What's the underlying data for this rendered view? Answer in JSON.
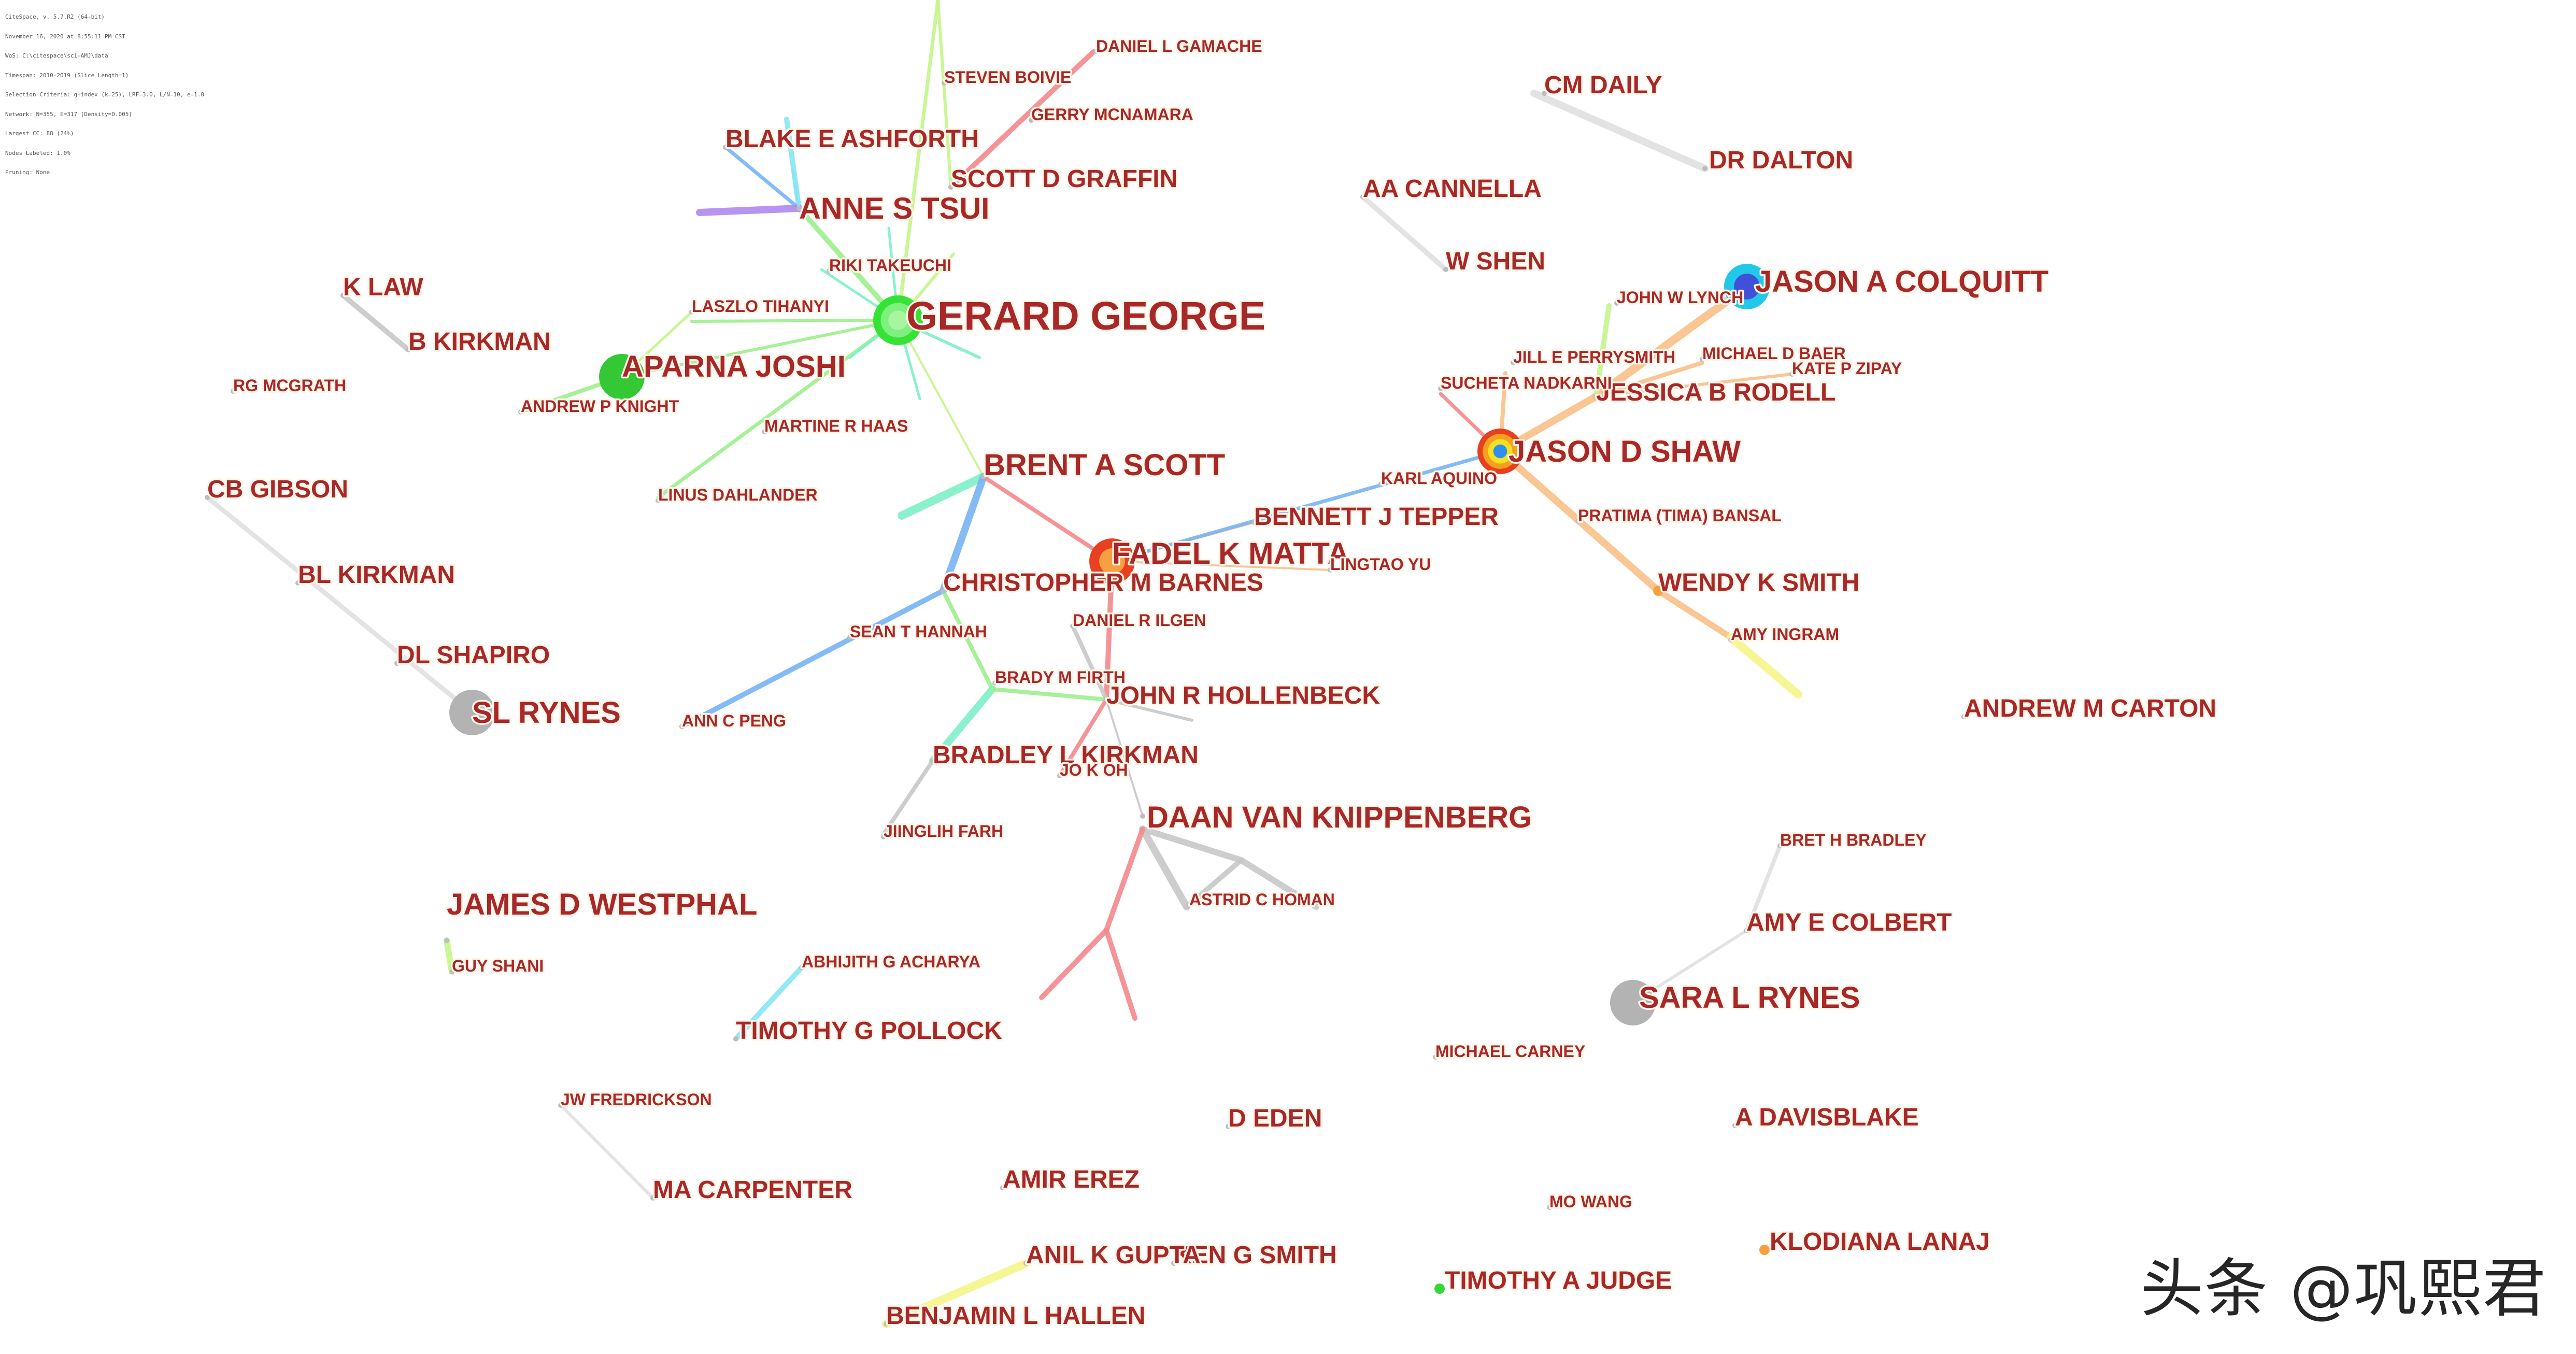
{
  "software_info": [
    "CiteSpace, v. 5.7.R2 (64-bit)",
    "November 16, 2020 at 8:55:11 PM CST",
    "WoS: C:\\citespace\\sci-AMJ\\data",
    "Timespan: 2010-2019 (Slice Length=1)",
    "Selection Criteria: g-index (k=25), LRF=3.0, L/N=10, e=1.0",
    "Network: N=355, E=317 (Density=0.005)",
    "Largest CC: 88 (24%)",
    "Nodes Labeled: 1.0%",
    "Pruning: None"
  ],
  "watermark": "头条 @巩熙君",
  "nodes": [
    {
      "id": "gerard-george",
      "label": "GERARD GEORGE",
      "size": "xl",
      "rings": [
        "#34e334",
        "#7df07d",
        "#a8f5a0"
      ]
    },
    {
      "id": "jason-d-shaw",
      "label": "JASON D SHAW",
      "size": "l",
      "rings": [
        "#e8401e",
        "#f6a020",
        "#f7e020",
        "#2f8ff0"
      ]
    },
    {
      "id": "jason-a-colquitt",
      "label": "JASON A COLQUITT",
      "size": "l",
      "rings": [
        "#22c8e8",
        "#4050d8"
      ]
    },
    {
      "id": "daan-van-knippenberg",
      "label": "DAAN VAN KNIPPENBERG",
      "size": "l",
      "rings": []
    },
    {
      "id": "sara-l-rynes",
      "label": "SARA L RYNES",
      "size": "l",
      "rings": [
        "#b3b3b3"
      ]
    },
    {
      "id": "brent-a-scott",
      "label": "BRENT A SCOTT",
      "size": "l",
      "rings": []
    },
    {
      "id": "fadel-k-matta",
      "label": "FADEL K MATTA",
      "size": "l",
      "rings": [
        "#e84020",
        "#f8a040"
      ]
    },
    {
      "id": "anne-s-tsui",
      "label": "ANNE S TSUI",
      "size": "l",
      "rings": []
    },
    {
      "id": "aparna-joshi",
      "label": "APARNA JOSHI",
      "size": "l",
      "rings": [
        "#34c834"
      ]
    },
    {
      "id": "john-r-hollenbeck",
      "label": "JOHN R HOLLENBECK",
      "size": "m",
      "rings": []
    },
    {
      "id": "james-d-westphal",
      "label": "JAMES D WESTPHAL",
      "size": "l",
      "rings": []
    },
    {
      "id": "sl-rynes",
      "label": "SL RYNES",
      "size": "l",
      "rings": [
        "#b3b3b3"
      ]
    },
    {
      "id": "jessica-b-rodell",
      "label": "JESSICA B RODELL",
      "size": "m",
      "rings": []
    },
    {
      "id": "bennett-j-tepper",
      "label": "BENNETT J TEPPER",
      "size": "m",
      "rings": []
    },
    {
      "id": "christopher-m-barnes",
      "label": "CHRISTOPHER M BARNES",
      "size": "m",
      "rings": []
    },
    {
      "id": "scott-d-graffin",
      "label": "SCOTT D GRAFFIN",
      "size": "m",
      "rings": []
    },
    {
      "id": "timothy-g-pollock",
      "label": "TIMOTHY G POLLOCK",
      "size": "m",
      "rings": []
    },
    {
      "id": "bradley-l-kirkman",
      "label": "BRADLEY L KIRKMAN",
      "size": "m",
      "rings": []
    },
    {
      "id": "aa-cannella",
      "label": "AA CANNELLA",
      "size": "m",
      "rings": []
    },
    {
      "id": "amy-e-colbert",
      "label": "AMY E COLBERT",
      "size": "m",
      "rings": []
    },
    {
      "id": "dl-shapiro",
      "label": "DL SHAPIRO",
      "size": "m",
      "rings": []
    },
    {
      "id": "andrew-m-carton",
      "label": "ANDREW M CARTON",
      "size": "m",
      "rings": []
    },
    {
      "id": "blake-e-ashforth",
      "label": "BLAKE E ASHFORTH",
      "size": "m",
      "rings": []
    },
    {
      "id": "ken-g-smith",
      "label": "KEN G SMITH",
      "size": "m",
      "rings": []
    },
    {
      "id": "benjamin-l-hallen",
      "label": "BENJAMIN L HALLEN",
      "size": "m",
      "rings": []
    },
    {
      "id": "anil-k-gupta",
      "label": "ANIL K GUPTA",
      "size": "m",
      "rings": []
    },
    {
      "id": "ma-carpenter",
      "label": "MA CARPENTER",
      "size": "m",
      "rings": []
    },
    {
      "id": "a-davisblake",
      "label": "A DAVISBLAKE",
      "size": "m",
      "rings": []
    },
    {
      "id": "d-eden",
      "label": "D EDEN",
      "size": "m",
      "rings": []
    },
    {
      "id": "amir-erez",
      "label": "AMIR EREZ",
      "size": "m",
      "rings": []
    },
    {
      "id": "timothy-a-judge",
      "label": "TIMOTHY A JUDGE",
      "size": "m",
      "rings": [
        "#34d834"
      ]
    },
    {
      "id": "klodiana-lanaj",
      "label": "KLODIANA LANAJ",
      "size": "m",
      "rings": [
        "#f8a040"
      ]
    },
    {
      "id": "w-shen",
      "label": "W SHEN",
      "size": "m",
      "rings": []
    },
    {
      "id": "cm-daily",
      "label": "CM DAILY",
      "size": "m",
      "rings": []
    },
    {
      "id": "dr-dalton",
      "label": "DR DALTON",
      "size": "m",
      "rings": []
    },
    {
      "id": "wendy-k-smith",
      "label": "WENDY K SMITH",
      "size": "m",
      "rings": [
        "#f8a040"
      ]
    },
    {
      "id": "k-law",
      "label": "K LAW",
      "size": "m",
      "rings": []
    },
    {
      "id": "b-kirkman",
      "label": "B KIRKMAN",
      "size": "m",
      "rings": []
    },
    {
      "id": "cb-gibson",
      "label": "CB GIBSON",
      "size": "m",
      "rings": []
    },
    {
      "id": "bl-kirkman",
      "label": "BL KIRKMAN",
      "size": "m",
      "rings": []
    },
    {
      "id": "daniel-l-gamache",
      "label": "DANIEL L GAMACHE",
      "size": "s",
      "rings": []
    },
    {
      "id": "steven-boivie",
      "label": "STEVEN BOIVIE",
      "size": "s",
      "rings": []
    },
    {
      "id": "gerry-mcnamara",
      "label": "GERRY MCNAMARA",
      "size": "s",
      "rings": []
    },
    {
      "id": "riki-takeuchi",
      "label": "RIKI TAKEUCHI",
      "size": "s",
      "rings": []
    },
    {
      "id": "laszlo-tihanyi",
      "label": "LASZLO TIHANYI",
      "size": "s",
      "rings": []
    },
    {
      "id": "rg-mcgrath",
      "label": "RG MCGRATH",
      "size": "s",
      "rings": []
    },
    {
      "id": "andrew-p-knight",
      "label": "ANDREW P KNIGHT",
      "size": "s",
      "rings": []
    },
    {
      "id": "martine-r-haas",
      "label": "MARTINE R HAAS",
      "size": "s",
      "rings": []
    },
    {
      "id": "linus-dahlander",
      "label": "LINUS DAHLANDER",
      "size": "s",
      "rings": []
    },
    {
      "id": "john-w-lynch",
      "label": "JOHN W LYNCH",
      "size": "s",
      "rings": []
    },
    {
      "id": "michael-d-baer",
      "label": "MICHAEL D BAER",
      "size": "s",
      "rings": []
    },
    {
      "id": "jill-e-perrysmith",
      "label": "JILL E PERRYSMITH",
      "size": "s",
      "rings": []
    },
    {
      "id": "kate-p-zipay",
      "label": "KATE P ZIPAY",
      "size": "s",
      "rings": []
    },
    {
      "id": "sucheta-nadkarni",
      "label": "SUCHETA NADKARNI",
      "size": "s",
      "rings": []
    },
    {
      "id": "karl-aquino",
      "label": "KARL AQUINO",
      "size": "s",
      "rings": []
    },
    {
      "id": "pratima-bansal",
      "label": "PRATIMA (TIMA) BANSAL",
      "size": "s",
      "rings": []
    },
    {
      "id": "lingtao-yu",
      "label": "LINGTAO YU",
      "size": "s",
      "rings": []
    },
    {
      "id": "amy-ingram",
      "label": "AMY INGRAM",
      "size": "s",
      "rings": []
    },
    {
      "id": "daniel-r-ilgen",
      "label": "DANIEL R ILGEN",
      "size": "s",
      "rings": []
    },
    {
      "id": "sean-t-hannah",
      "label": "SEAN T HANNAH",
      "size": "s",
      "rings": []
    },
    {
      "id": "brady-m-firth",
      "label": "BRADY M FIRTH",
      "size": "s",
      "rings": []
    },
    {
      "id": "ann-c-peng",
      "label": "ANN C PENG",
      "size": "s",
      "rings": []
    },
    {
      "id": "jo-k-oh",
      "label": "JO K OH",
      "size": "s",
      "rings": []
    },
    {
      "id": "jiinglih-farh",
      "label": "JIINGLIH FARH",
      "size": "s",
      "rings": []
    },
    {
      "id": "astrid-c-homan",
      "label": "ASTRID C HOMAN",
      "size": "s",
      "rings": []
    },
    {
      "id": "bret-h-bradley",
      "label": "BRET H BRADLEY",
      "size": "s",
      "rings": []
    },
    {
      "id": "guy-shani",
      "label": "GUY SHANI",
      "size": "s",
      "rings": []
    },
    {
      "id": "abhijith-g-acharya",
      "label": "ABHIJITH G ACHARYA",
      "size": "s",
      "rings": []
    },
    {
      "id": "michael-carney",
      "label": "MICHAEL CARNEY",
      "size": "s",
      "rings": []
    },
    {
      "id": "jw-fredrickson",
      "label": "JW FREDRICKSON",
      "size": "s",
      "rings": []
    },
    {
      "id": "mo-wang",
      "label": "MO WANG",
      "size": "s",
      "rings": []
    }
  ],
  "link_colors": {
    "green": "#9cef8c",
    "lightgreen": "#c4f58a",
    "teal": "#7ef0c8",
    "cyan": "#86e6f4",
    "blue": "#78b4f4",
    "purple": "#b088f0",
    "red": "#f4888c",
    "orange": "#f8c088",
    "yellow": "#f5f58a",
    "grey": "#c8c8c8",
    "lightgrey": "#e0e0e0"
  }
}
